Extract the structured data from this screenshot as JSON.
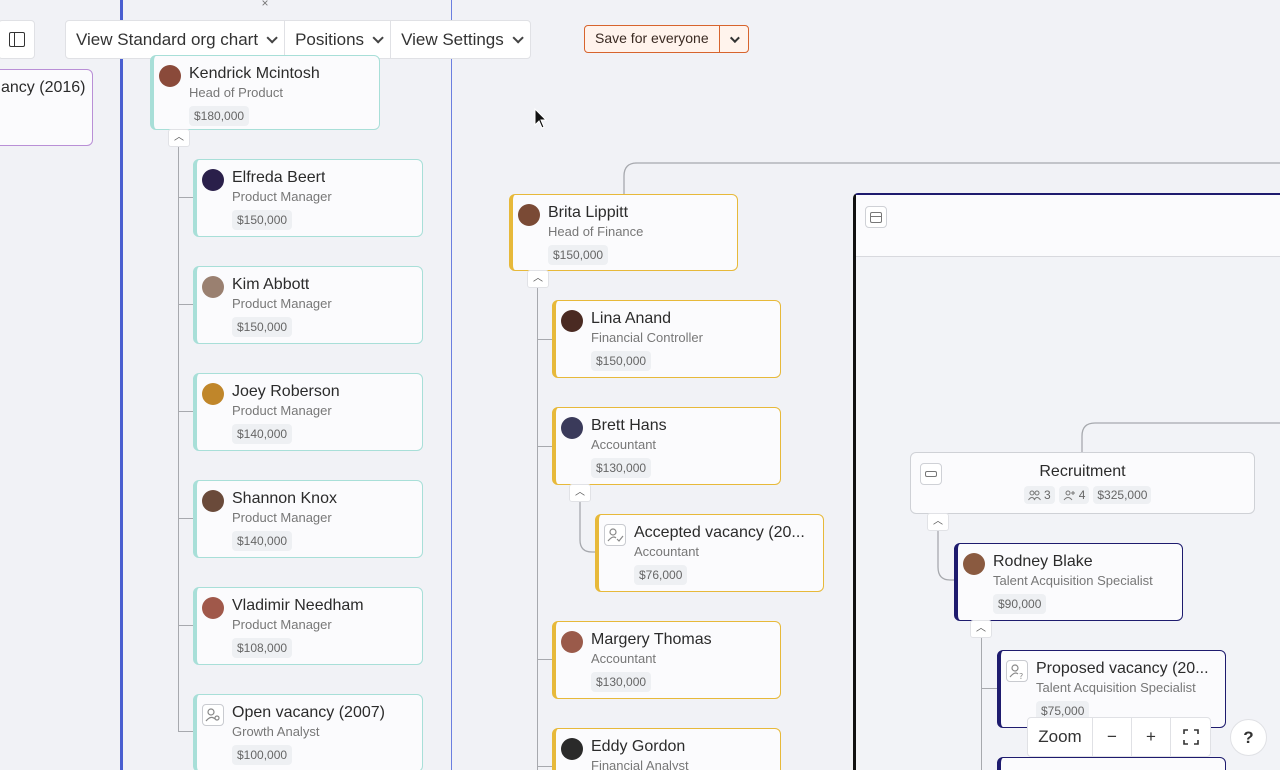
{
  "toolbar": {
    "view_chart": "View Standard org chart",
    "positions": "Positions",
    "view_settings": "View Settings",
    "save": "Save for everyone"
  },
  "left_partial_card": {
    "text": "ancy (2016)"
  },
  "product": {
    "head": {
      "name": "Kendrick Mcintosh",
      "role": "Head of Product",
      "salary": "$180,000"
    },
    "members": [
      {
        "name": "Elfreda Beert",
        "role": "Product Manager",
        "salary": "$150,000"
      },
      {
        "name": "Kim Abbott",
        "role": "Product Manager",
        "salary": "$150,000"
      },
      {
        "name": "Joey Roberson",
        "role": "Product Manager",
        "salary": "$140,000"
      },
      {
        "name": "Shannon Knox",
        "role": "Product Manager",
        "salary": "$140,000"
      },
      {
        "name": "Vladimir Needham",
        "role": "Product Manager",
        "salary": "$108,000"
      },
      {
        "name": "Open vacancy (2007)",
        "role": "Growth Analyst",
        "salary": "$100,000"
      }
    ]
  },
  "finance": {
    "head": {
      "name": "Brita Lippitt",
      "role": "Head of Finance",
      "salary": "$150,000"
    },
    "members": [
      {
        "name": "Lina Anand",
        "role": "Financial Controller",
        "salary": "$150,000"
      },
      {
        "name": "Brett Hans",
        "role": "Accountant",
        "salary": "$130,000"
      },
      {
        "name": "Margery Thomas",
        "role": "Accountant",
        "salary": "$130,000"
      },
      {
        "name": "Eddy Gordon",
        "role": "Financial Analyst",
        "salary": ""
      }
    ],
    "sub": {
      "name": "Accepted vacancy (20...",
      "role": "Accountant",
      "salary": "$76,000"
    }
  },
  "recruitment": {
    "title": "Recruitment",
    "people": "3",
    "vacancies": "4",
    "budget": "$325,000",
    "lead": {
      "name": "Rodney Blake",
      "role": "Talent Acquisition Specialist",
      "salary": "$90,000"
    },
    "sub": {
      "name": "Proposed vacancy (20...",
      "role": "Talent Acquisition Specialist",
      "salary": "$75,000"
    }
  },
  "zoom": {
    "label": "Zoom",
    "minus": "−",
    "plus": "+"
  },
  "help": "?",
  "colors": {
    "teal": "#a8dfd8",
    "gold": "#e7b93a",
    "navy": "#1e1b6e",
    "accent": "#d7642d"
  }
}
